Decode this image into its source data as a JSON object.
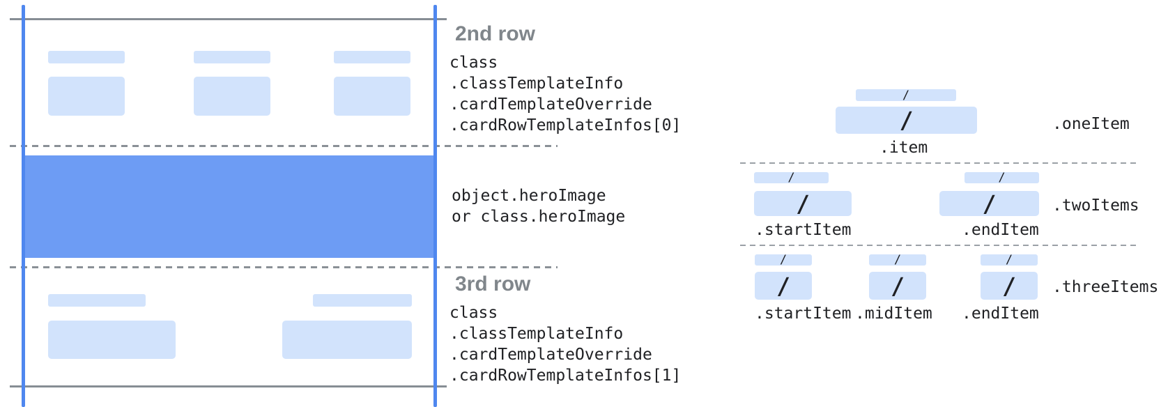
{
  "colors": {
    "placeholder_blue": "#d2e3fc",
    "hero_image_blue": "#6d9cf4",
    "guide_line_blue": "#4f87ef",
    "rule_gray": "#868d94",
    "dashed_line_gray": "#8a9096",
    "dotted_line_gray": "#9aa0a6",
    "heading_gray": "#80868b",
    "code_text": "#202124"
  },
  "left_panel": {
    "second_row": {
      "heading": "2nd row",
      "lines": [
        "class",
        ".classTemplateInfo",
        ".cardTemplateOverride",
        ".cardRowTemplateInfos[0]"
      ]
    },
    "hero": {
      "lines": [
        "object.heroImage",
        "or class.heroImage"
      ]
    },
    "third_row": {
      "heading": "3rd row",
      "lines": [
        "class",
        ".classTemplateInfo",
        ".cardTemplateOverride",
        ".cardRowTemplateInfos[1]"
      ]
    }
  },
  "right_panel": {
    "slash": "/",
    "one_item": {
      "name": ".oneItem",
      "caption": ".item"
    },
    "two_items": {
      "name": ".twoItems",
      "captions": [
        ".startItem",
        ".endItem"
      ]
    },
    "three_items": {
      "name": ".threeItems",
      "captions": [
        ".startItem",
        ".midItem",
        ".endItem"
      ]
    }
  }
}
